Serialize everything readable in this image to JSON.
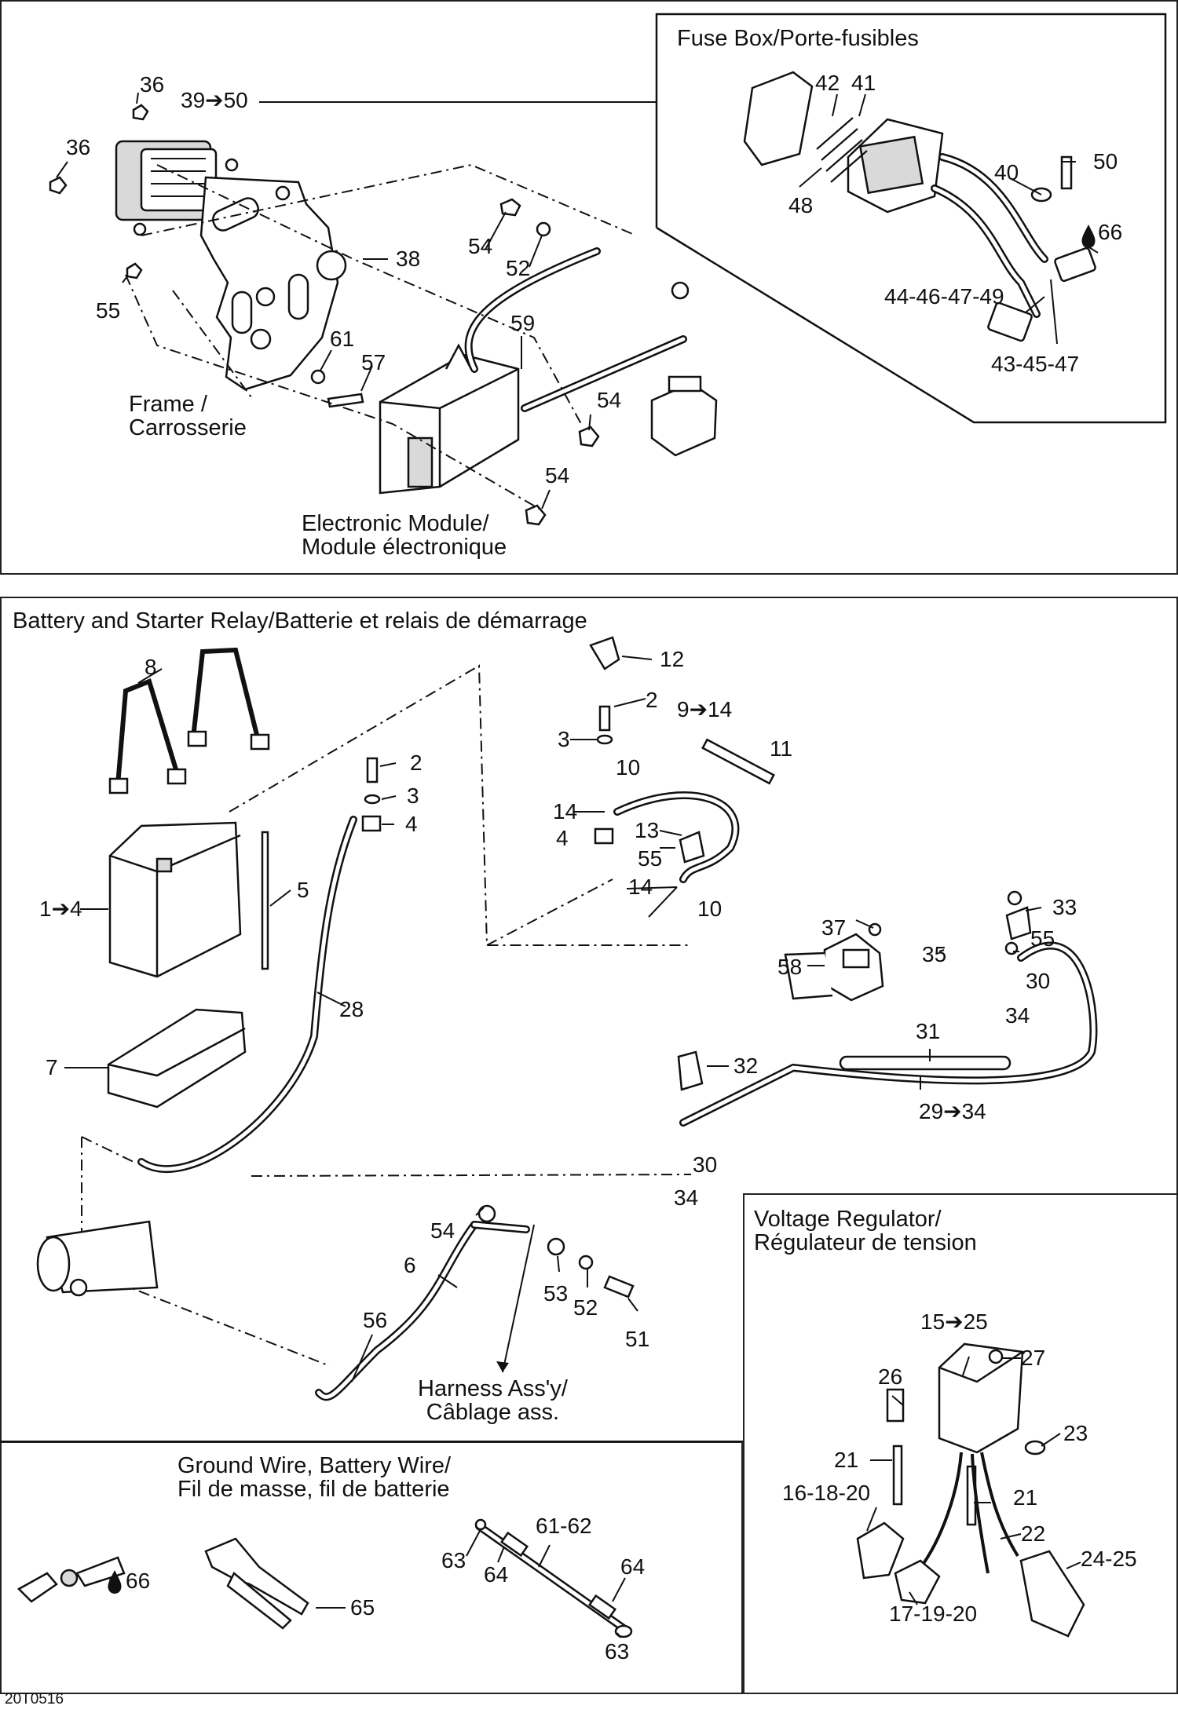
{
  "panels": {
    "top": {
      "fuse_box_title": "Fuse Box/Porte-fusibles",
      "frame_caption": "Frame /\nCarrosserie",
      "module_caption": "Electronic Module/\nModule électronique"
    },
    "battery": {
      "title": "Battery and Starter Relay/Batterie et relais de démarrage",
      "harness_caption": "Harness Ass'y/\nCâblage ass."
    },
    "ground": {
      "title": "Ground Wire, Battery Wire/\nFil de masse, fil de batterie"
    },
    "regulator": {
      "title": "Voltage Regulator/\nRégulateur de tension"
    }
  },
  "labels": {
    "p36a": "36",
    "p39_50": "39➔50",
    "p36b": "36",
    "p38": "38",
    "p55a": "55",
    "p54a": "54",
    "p52a": "52",
    "p59": "59",
    "p61a": "61",
    "p57": "57",
    "p54b": "54",
    "p54c": "54",
    "p42": "42",
    "p41": "41",
    "p40": "40",
    "p50": "50",
    "p48": "48",
    "p66a": "66",
    "p44_49": "44-46-47-49",
    "p43_47": "43-45-47",
    "p8": "8",
    "p2a": "2",
    "p3a": "3",
    "p4a": "4",
    "p1_4": "1➔4",
    "p5": "5",
    "p28": "28",
    "p7": "7",
    "p12": "12",
    "p2b": "2",
    "p3b": "3",
    "p9_14": "9➔14",
    "p11": "11",
    "p10a": "10",
    "p14a": "14",
    "p13": "13",
    "p4b": "4",
    "p55b": "55",
    "p14b": "14",
    "p10b": "10",
    "p33": "33",
    "p55c": "55",
    "p37": "37",
    "p35": "35",
    "p30a": "30",
    "p58": "58",
    "p34a": "34",
    "p31": "31",
    "p32": "32",
    "p29_34": "29➔34",
    "p30b": "30",
    "p34b": "34",
    "p54d": "54",
    "p6": "6",
    "p53": "53",
    "p52b": "52",
    "p51": "51",
    "p56": "56",
    "p15_25": "15➔25",
    "p27": "27",
    "p26": "26",
    "p23": "23",
    "p21a": "21",
    "p16_20": "16-18-20",
    "p21b": "21",
    "p22": "22",
    "p24_25": "24-25",
    "p17_20": "17-19-20",
    "p66b": "66",
    "p65": "65",
    "p61_62": "61-62",
    "p63a": "63",
    "p64a": "64",
    "p64b": "64",
    "p63b": "63"
  },
  "footer": {
    "drawing_number": "20T0516"
  }
}
